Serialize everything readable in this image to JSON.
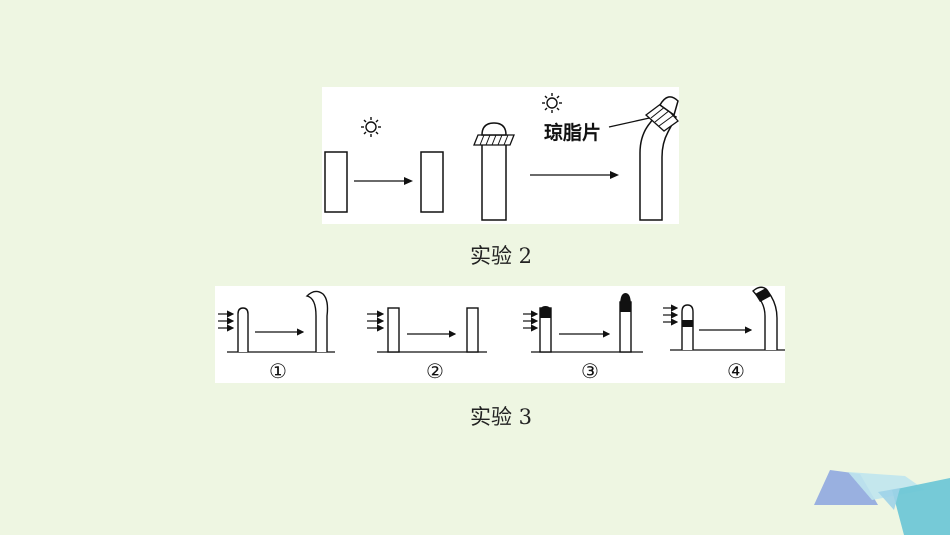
{
  "experiment2": {
    "caption": "实验 2",
    "agar_label": "琼脂片"
  },
  "experiment3": {
    "caption": "实验 3",
    "steps": [
      "①",
      "②",
      "③",
      "④"
    ]
  },
  "colors": {
    "background": "#eef6e2",
    "panel": "#ffffff",
    "ink": "#111111",
    "deco_blue": "#8fa8e0",
    "deco_teal": "#6fc7d6",
    "deco_light": "#bfe6ee"
  }
}
